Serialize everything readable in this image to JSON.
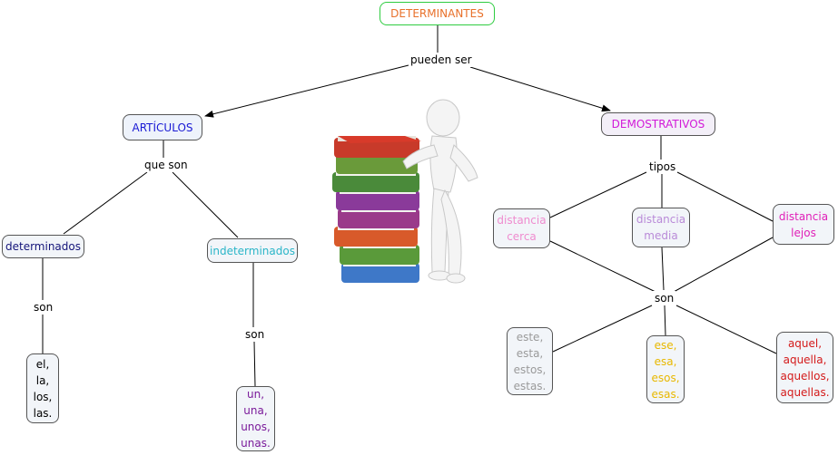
{
  "nodes": {
    "root": {
      "text": "DETERMINANTES",
      "color": "#e8702a"
    },
    "articulos": {
      "text": "ARTÍCULOS",
      "color": "#1a1ad4"
    },
    "demostrativos": {
      "text": "DEMOSTRATIVOS",
      "color": "#d21ad8"
    },
    "determinados": {
      "text": "determinados",
      "color": "#15157a"
    },
    "indeterminados": {
      "text": "indeterminados",
      "color": "#2ab5c8"
    },
    "distancia_cerca": {
      "lines": [
        "distancia",
        "cerca"
      ],
      "color": "#ef8ccf"
    },
    "distancia_media": {
      "lines": [
        "distancia",
        "media"
      ],
      "color": "#b98ad8"
    },
    "distancia_lejos": {
      "lines": [
        "distancia",
        "lejos"
      ],
      "color": "#e020b8"
    },
    "articulos_determinados": {
      "lines": [
        "el,",
        "la,",
        "los,",
        "las."
      ],
      "color": "#000000"
    },
    "articulos_indeterminados": {
      "lines": [
        "un,",
        "una,",
        "unos,",
        "unas."
      ],
      "color": "#7a1a9a"
    },
    "cerca_words": {
      "lines": [
        "este,",
        "esta,",
        "estos,",
        "estas."
      ],
      "color": "#9a9a9a"
    },
    "media_words": {
      "lines": [
        "ese,",
        "esa,",
        "esos,",
        "esas."
      ],
      "color": "#e8b800"
    },
    "lejos_words": {
      "lines": [
        "aquel,",
        "aquella,",
        "aquellos,",
        "aquellas."
      ],
      "color": "#d41a1a"
    }
  },
  "links": {
    "pueden_ser": "pueden ser",
    "que_son": "que son",
    "tipos": "tipos",
    "son_det": "son",
    "son_ind": "son",
    "son_dem": "son"
  },
  "illustration": {
    "name": "person-leaning-on-books-icon"
  }
}
